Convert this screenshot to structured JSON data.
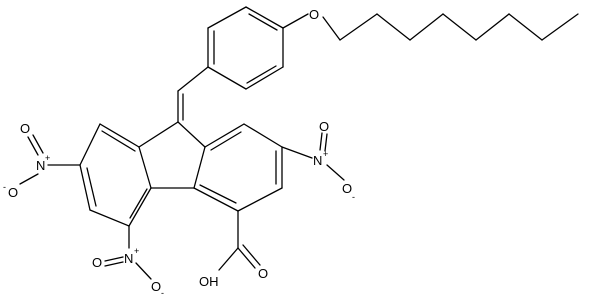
{
  "labels": {
    "o_ether": "O",
    "oh_acid": "OH",
    "o_acid": "O",
    "n_top_right": "N",
    "n_top_right_plus": "+",
    "o_top_right_a": "O",
    "o_top_right_b": "O",
    "o_top_right_b_minus": "-",
    "n_left": "N",
    "n_left_plus": "+",
    "o_left_a": "O",
    "o_left_b": "O",
    "o_left_b_minus": "-",
    "n_bottom": "N",
    "n_bottom_plus": "+",
    "o_bottom_a": "O",
    "o_bottom_b": "O",
    "o_bottom_b_minus": "-"
  },
  "colors": {
    "bond": "#000000",
    "background": "#ffffff"
  }
}
